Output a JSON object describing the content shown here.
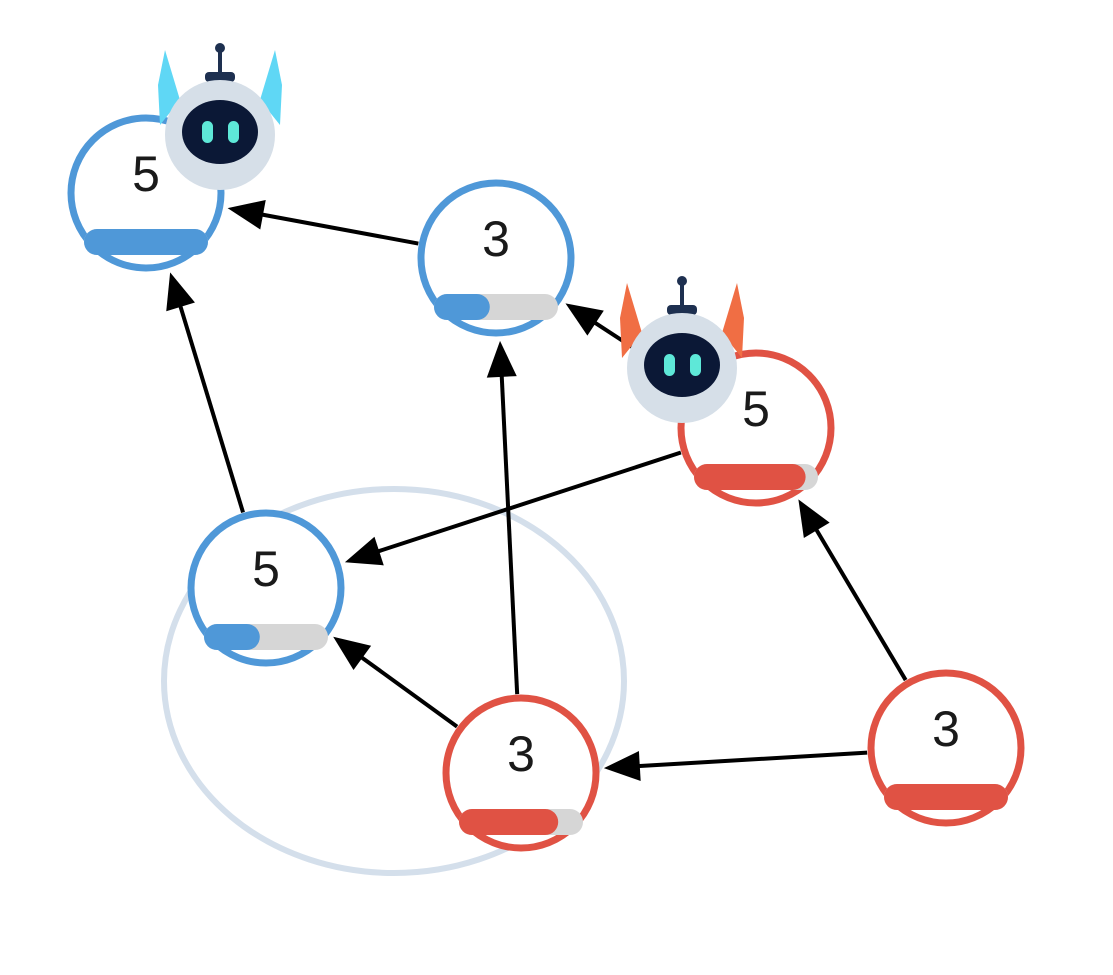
{
  "game": {
    "teams": {
      "blue": "#4f98d8",
      "red": "#e05244"
    },
    "colors": {
      "track": "#d6d6d6",
      "range": "#d4dfeb",
      "arrow": "#000000",
      "robot_face": "#0b1836",
      "robot_eye": "#5ee8d8",
      "robot_body": "#d6dfe8"
    },
    "nodes": [
      {
        "id": "n1",
        "team": "blue",
        "value": "5",
        "capacity": 1.0
      },
      {
        "id": "n2",
        "team": "blue",
        "value": "3",
        "capacity": 0.45
      },
      {
        "id": "n3",
        "team": "red",
        "value": "5",
        "capacity": 0.9
      },
      {
        "id": "n4",
        "team": "blue",
        "value": "5",
        "capacity": 0.45
      },
      {
        "id": "n5",
        "team": "red",
        "value": "3",
        "capacity": 0.8
      },
      {
        "id": "n6",
        "team": "red",
        "value": "3",
        "capacity": 1.0
      }
    ],
    "edges": [
      {
        "from": "n2",
        "to": "n1"
      },
      {
        "from": "n4",
        "to": "n1"
      },
      {
        "from": "n5",
        "to": "n2"
      },
      {
        "from": "n3",
        "to": "n2"
      },
      {
        "from": "n3",
        "to": "n4"
      },
      {
        "from": "n5",
        "to": "n4"
      },
      {
        "from": "n6",
        "to": "n5"
      },
      {
        "from": "n6",
        "to": "n3"
      }
    ],
    "players": [
      {
        "name": "blue-bot",
        "team": "blue",
        "at": "n1",
        "ear_color": "#5fd7f5"
      },
      {
        "name": "red-bot",
        "team": "red",
        "at": "n3",
        "ear_color": "#f06e44"
      }
    ],
    "selection": {
      "at": "n5"
    }
  }
}
